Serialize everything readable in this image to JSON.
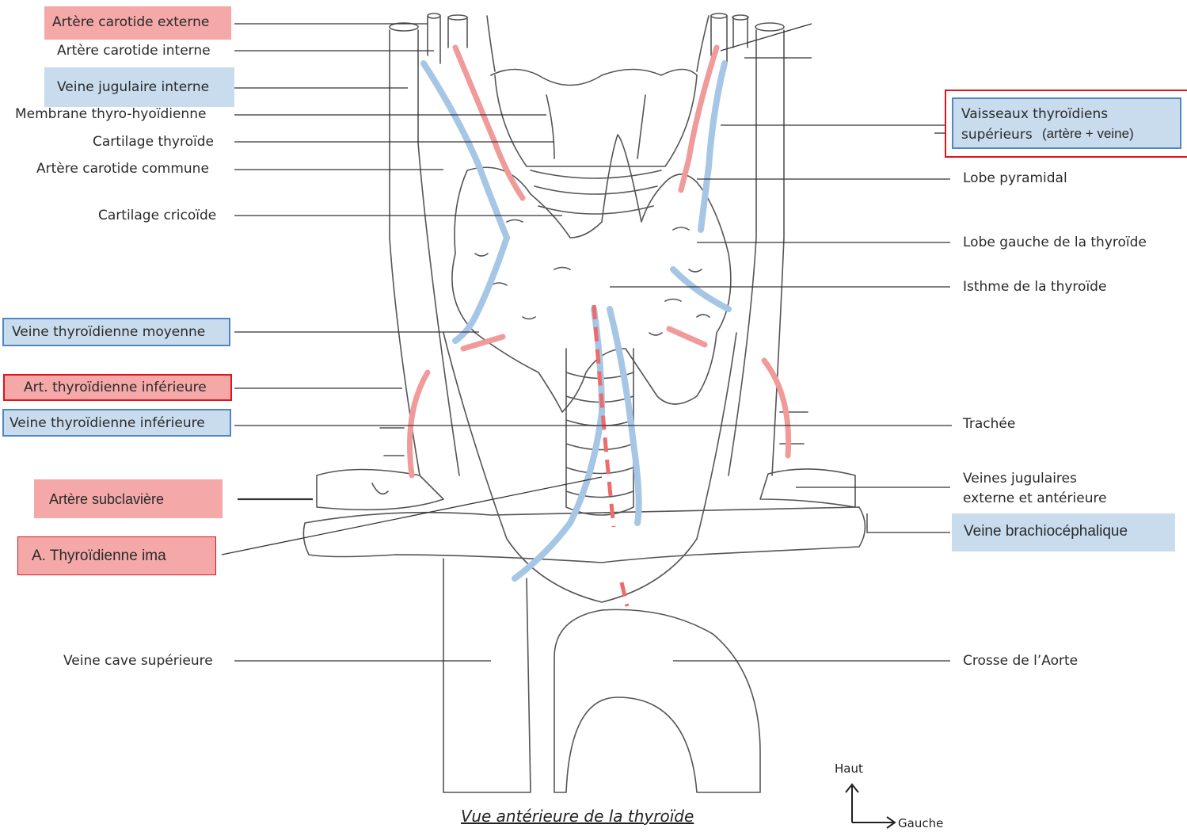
{
  "title": "Vue antérieure de la thyroïde",
  "colors": {
    "artery": "#f4a8a8",
    "vein": "#c9dcee",
    "artery_border": "#e0141c",
    "vein_border": "#4f87c2"
  },
  "labels_left": {
    "carotide_externe": "Artère carotide externe",
    "carotide_interne": "Artère carotide interne",
    "jugulaire_interne": "Veine jugulaire interne",
    "membrane_thyro": "Membrane thyro-hyoïdienne",
    "cartilage_thyroide": "Cartilage thyroïde",
    "carotide_commune": "Artère carotide commune",
    "cartilage_cricoide": "Cartilage cricoïde",
    "veine_thyro_moyenne": "Veine thyroïdienne moyenne",
    "art_thyro_inferieure": "Art. thyroïdienne inférieure",
    "veine_thyro_inferieure": "Veine thyroïdienne inférieure",
    "artere_subclaviere": "Artère subclavière",
    "thyroidienne_ima": "A. Thyroïdienne ima",
    "veine_cave": "Veine cave supérieure"
  },
  "labels_right": {
    "vaisseaux_line1": "Vaisseaux thyroïdiens",
    "vaisseaux_line2": "supérieurs",
    "vaisseaux_note": "(artère + veine)",
    "lobe_pyramidal": "Lobe pyramidal",
    "lobe_gauche": "Lobe gauche de la thyroïde",
    "isthme": "Isthme de la thyroïde",
    "trachee": "Trachée",
    "veines_jug_line1": "Veines jugulaires",
    "veines_jug_line2": "externe et antérieure",
    "veine_brachio": "Veine brachiocéphalique",
    "crosse_aorte": "Crosse de l’Aorte"
  },
  "compass": {
    "up": "Haut",
    "right": "Gauche"
  }
}
